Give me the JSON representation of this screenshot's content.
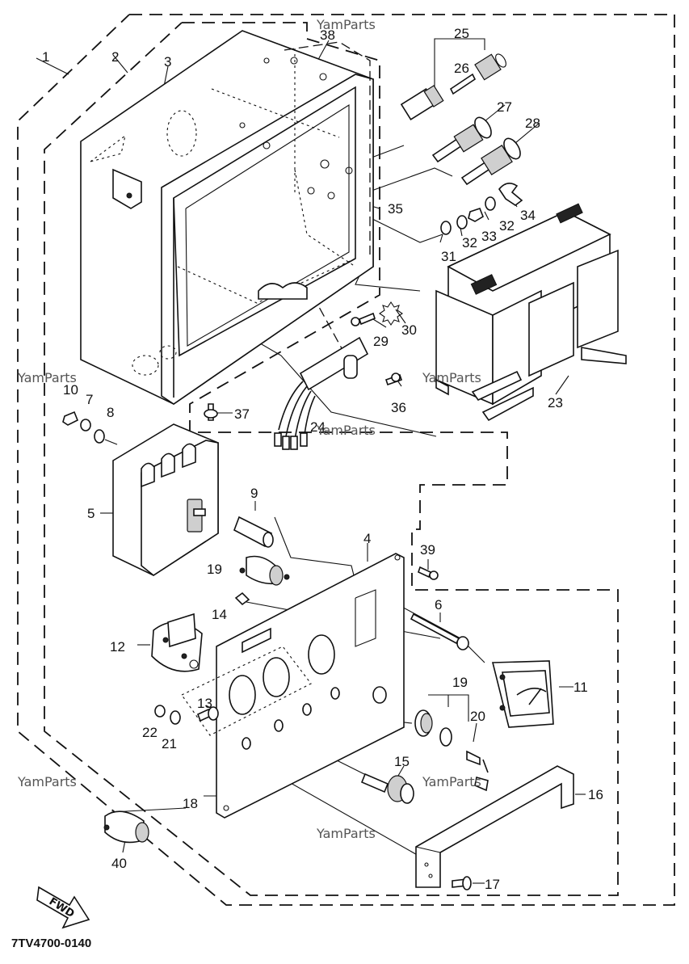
{
  "diagram_code": "7TV4700-0140",
  "direction_marker": "FWD",
  "watermark": "YamParts",
  "callouts": [
    "1",
    "2",
    "3",
    "38",
    "25",
    "26",
    "27",
    "28",
    "35",
    "34",
    "32",
    "33",
    "32",
    "31",
    "30",
    "29",
    "23",
    "36",
    "37",
    "24",
    "10",
    "7",
    "8",
    "5",
    "9",
    "4",
    "39",
    "19",
    "6",
    "14",
    "12",
    "11",
    "19",
    "20",
    "13",
    "22",
    "21",
    "15",
    "16",
    "18",
    "40",
    "17"
  ]
}
